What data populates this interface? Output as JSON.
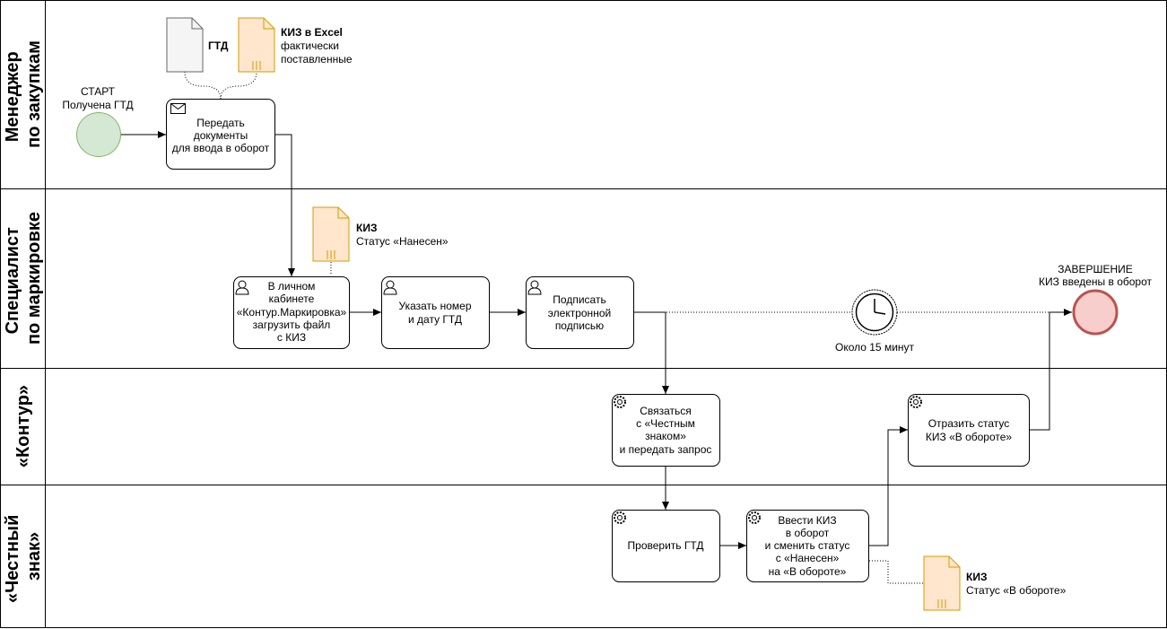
{
  "lanes": [
    {
      "title": [
        "Менеджер",
        "по закупкам"
      ]
    },
    {
      "title": [
        "Специалист",
        "по маркировке"
      ]
    },
    {
      "title": [
        "«Контур»"
      ]
    },
    {
      "title": [
        "«Честный",
        "знак»"
      ]
    }
  ],
  "start_event": {
    "lines": [
      "СТАРТ",
      "Получена ГТД"
    ]
  },
  "end_event": {
    "lines": [
      "ЗАВЕРШЕНИЕ",
      "КИЗ введены в оборот"
    ]
  },
  "timer": {
    "label": "Около 15 минут"
  },
  "tasks": {
    "send_docs": [
      "Передать",
      "документы",
      "для ввода в оборот"
    ],
    "upload_file": [
      "В личном",
      "кабинете",
      "«Контур.Маркировка»",
      "загрузить файл",
      "с КИЗ"
    ],
    "enter_gtd": [
      "Указать номер",
      "и дату ГТД"
    ],
    "sign": [
      "Подписать",
      "электронной",
      "подписью"
    ],
    "contact": [
      "Связаться",
      "с «Честным",
      "знаком»",
      "и передать запрос"
    ],
    "reflect_status": [
      "Отразить статус",
      "КИЗ  «В обороте»"
    ],
    "check_gtd": [
      "Проверить ГТД"
    ],
    "enter_kiz": [
      "Ввести КИЗ",
      "в оборот",
      "и сменить статус",
      "с «Нанесен»",
      "на «В обороте»"
    ]
  },
  "documents": {
    "gtd": {
      "title": "ГТД",
      "lines": []
    },
    "kiz_excel": {
      "title": "КИЗ в Excel",
      "lines": [
        "фактически",
        "поставленные"
      ]
    },
    "kiz_applied": {
      "title": "КИЗ",
      "lines": [
        "Статус «Нанесен»"
      ]
    },
    "kiz_in_circulation": {
      "title": "КИЗ",
      "lines": [
        "Статус «В обороте»"
      ]
    }
  },
  "colors": {
    "start_fill": "#d5e8d4",
    "start_stroke": "#82b366",
    "end_fill": "#f8cecc",
    "end_stroke": "#b85450",
    "doc_orange_fill": "#ffe6cc",
    "doc_orange_stroke": "#d79b00",
    "doc_gray_fill": "#f5f5f5",
    "doc_gray_stroke": "#666666"
  }
}
